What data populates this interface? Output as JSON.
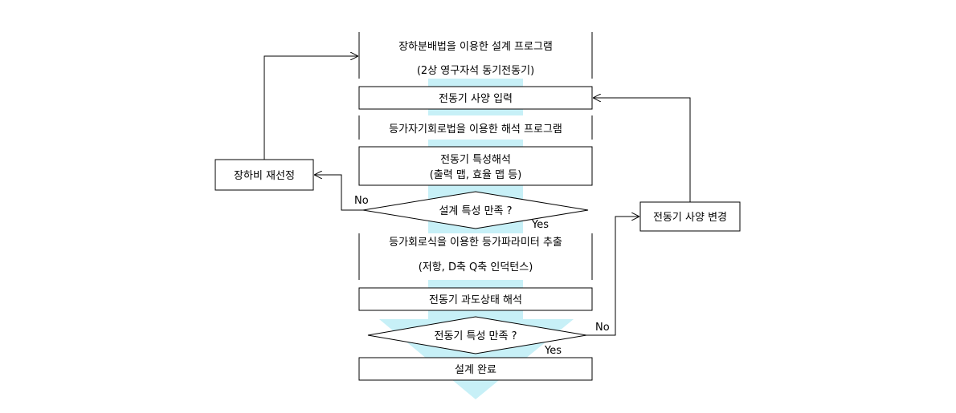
{
  "colors": {
    "flow_arrow": "#c7f0f7",
    "stroke": "#000000",
    "node_fill": "#ffffff"
  },
  "nodes": {
    "program_title": {
      "line1": "장하분배법을 이용한 설계 프로그램",
      "line2": "(2상 영구자석 동기전동기)"
    },
    "spec_input": {
      "label": "전동기 사양 입력"
    },
    "equiv_circuit_program": {
      "label": "등가자기회로법을 이용한 해석 프로그램"
    },
    "characteristic_analysis": {
      "line1": "전동기 특성해석",
      "line2": "(출력 맵, 효율 맵 등)"
    },
    "decision_1": {
      "label": "설계 특성 만족 ?"
    },
    "param_extraction": {
      "line1": "등가회로식을 이용한 등가파라미터 추출",
      "line2": "(저항, D축 Q축 인덕턴스)"
    },
    "transient_analysis": {
      "label": "전동기 과도상태 해석"
    },
    "decision_2": {
      "label": "전동기 특성 만족 ?"
    },
    "design_complete": {
      "label": "설계 완료"
    },
    "ratio_reselect": {
      "label": "장하비 재선정"
    },
    "spec_change": {
      "label": "전동기 사양 변경"
    }
  },
  "edge_labels": {
    "d1_no": "No",
    "d1_yes": "Yes",
    "d2_no": "No",
    "d2_yes": "Yes"
  }
}
